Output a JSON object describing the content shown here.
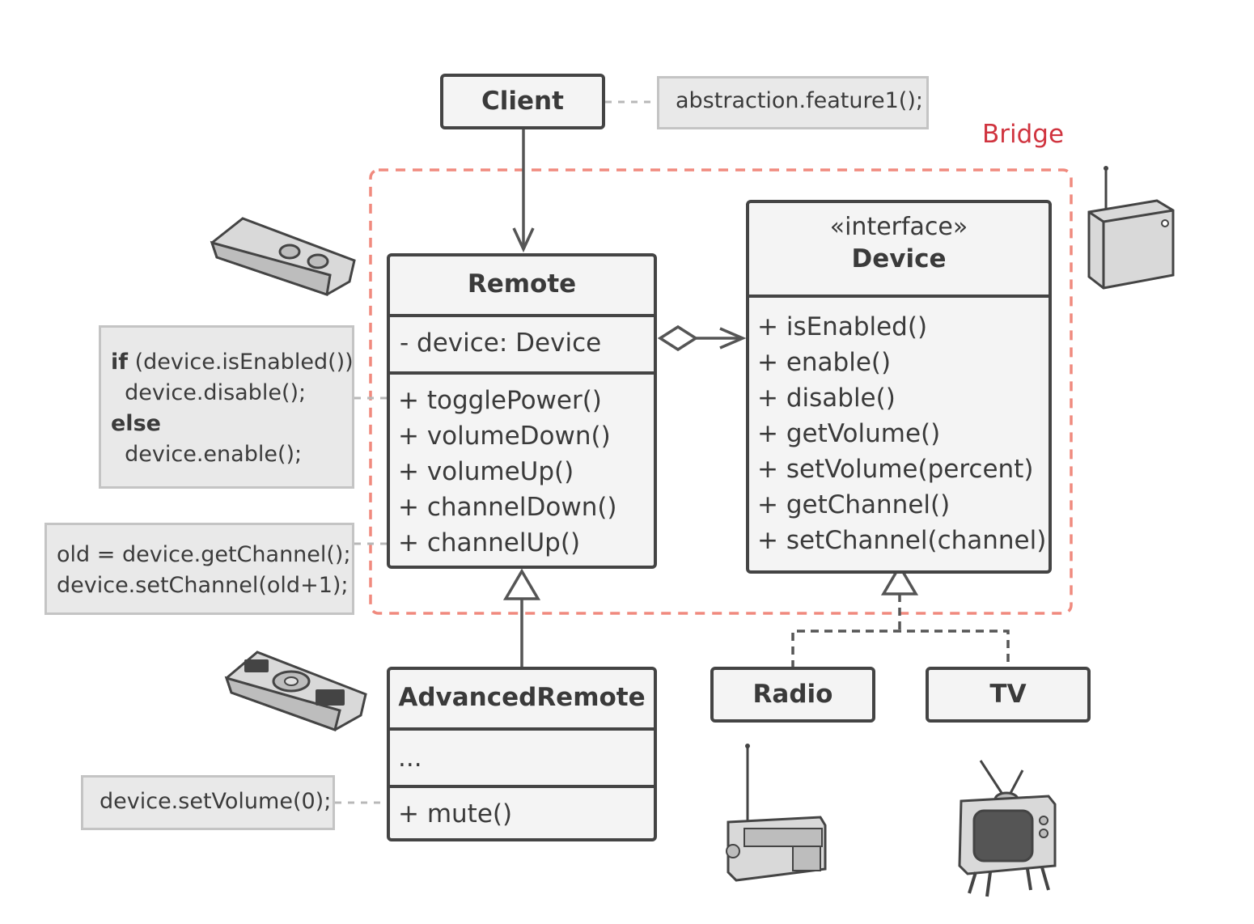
{
  "bridge_label": "Bridge",
  "client": {
    "title": "Client"
  },
  "client_note": "abstraction.feature1();",
  "remote": {
    "title": "Remote",
    "fields": [
      "- device: Device"
    ],
    "methods": [
      "+ togglePower()",
      "+ volumeDown()",
      "+ volumeUp()",
      "+ channelDown()",
      "+ channelUp()"
    ]
  },
  "device": {
    "stereotype": "«interface»",
    "title": "Device",
    "methods": [
      "+ isEnabled()",
      "+ enable()",
      "+ disable()",
      "+ getVolume()",
      "+ setVolume(percent)",
      "+ getChannel()",
      "+ setChannel(channel)"
    ]
  },
  "advanced_remote": {
    "title": "AdvancedRemote",
    "fields": [
      "..."
    ],
    "methods": [
      "+ mute()"
    ]
  },
  "radio": {
    "title": "Radio"
  },
  "tv": {
    "title": "TV"
  },
  "toggle_note": {
    "line1_kw": "if",
    "line1_rest": " (device.isEnabled())",
    "line2": "  device.disable();",
    "line3_kw": "else",
    "line4": "  device.enable();"
  },
  "channel_note": {
    "line1": "old = device.getChannel();",
    "line2": "device.setChannel(old+1);"
  },
  "mute_note": "device.setVolume(0);",
  "colors": {
    "bridge": "#f08a7e",
    "bridge_label": "#d0343f",
    "border": "#444444",
    "note_bg": "#e9e9e9"
  },
  "icons": [
    "remote-icon",
    "advanced-remote-icon",
    "device-box-icon",
    "radio-icon",
    "tv-icon"
  ]
}
